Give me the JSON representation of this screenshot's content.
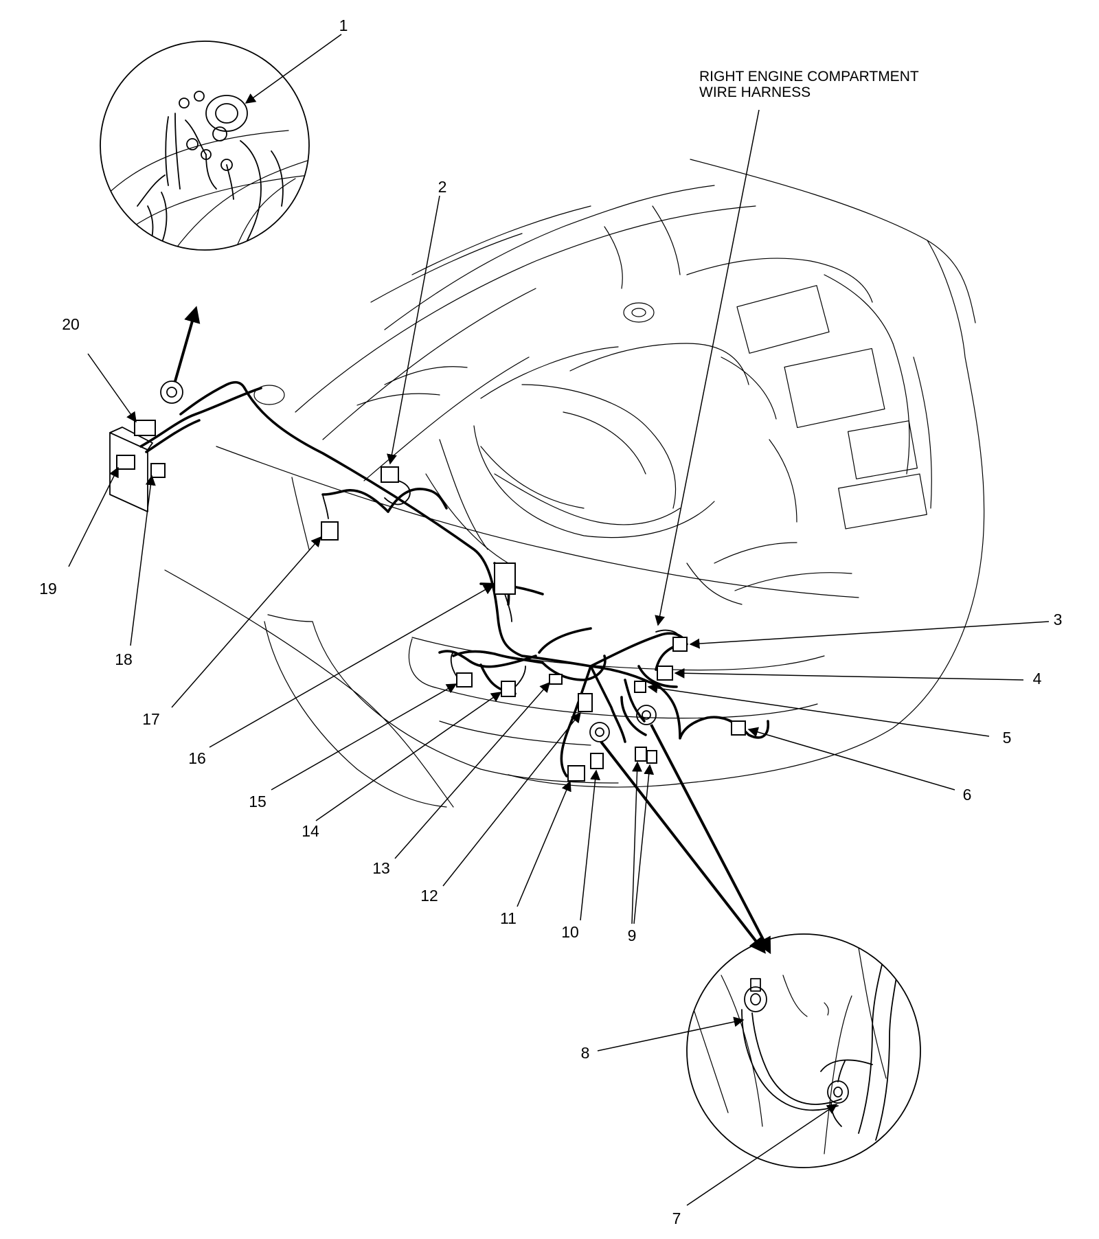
{
  "callout_title": [
    "RIGHT ENGINE COMPARTMENT",
    "WIRE HARNESS"
  ],
  "labels": [
    "1",
    "2",
    "3",
    "4",
    "5",
    "6",
    "7",
    "8",
    "9",
    "10",
    "11",
    "12",
    "13",
    "14",
    "15",
    "16",
    "17",
    "18",
    "19",
    "20"
  ],
  "colors": {
    "line": "#000000",
    "background": "#ffffff"
  }
}
